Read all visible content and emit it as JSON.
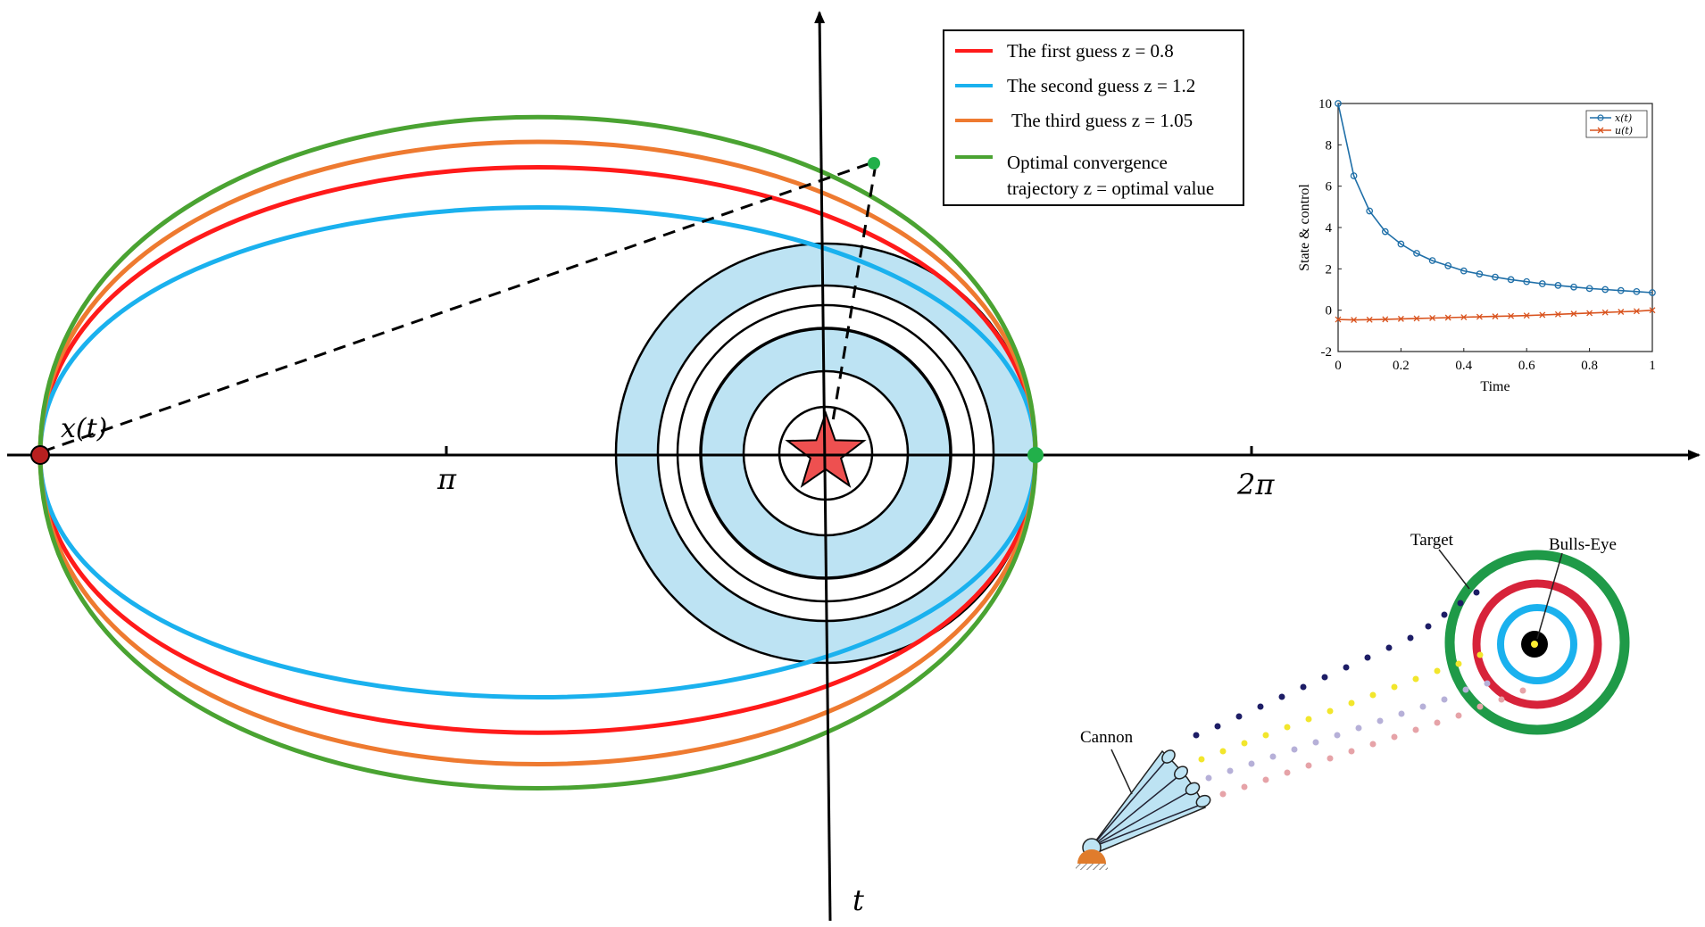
{
  "main_axes": {
    "x_tick_pi": "π",
    "x_tick_2pi": "2π",
    "t_axis_label": "t",
    "state_label": "x(t)"
  },
  "legend": {
    "items": [
      {
        "label": "The first guess z = 0.8",
        "color": "#ff1a1a"
      },
      {
        "label": "The second guess z = 1.2",
        "color": "#1ab1ee"
      },
      {
        "label": "The third guess z = 1.05",
        "color": "#ee7a30"
      },
      {
        "label_line1": "Optimal convergence",
        "label_line2": "trajectory z = optimal value",
        "color": "#4aa332"
      }
    ]
  },
  "colors": {
    "ring_fill": "#bde3f3",
    "star_fill": "#ee5050",
    "start_point": "#b82020",
    "end_point": "#22b04a"
  },
  "chart_data": {
    "type": "line",
    "x": [
      0,
      0.05,
      0.1,
      0.15,
      0.2,
      0.25,
      0.3,
      0.35,
      0.4,
      0.45,
      0.5,
      0.55,
      0.6,
      0.65,
      0.7,
      0.75,
      0.8,
      0.85,
      0.9,
      0.95,
      1.0
    ],
    "series": [
      {
        "name": "x(t)",
        "color": "#1f6fa8",
        "marker": "circle",
        "values": [
          10,
          6.5,
          4.8,
          3.8,
          3.2,
          2.75,
          2.4,
          2.15,
          1.9,
          1.75,
          1.6,
          1.48,
          1.38,
          1.28,
          1.2,
          1.12,
          1.05,
          1.0,
          0.95,
          0.9,
          0.85
        ]
      },
      {
        "name": "u(t)",
        "color": "#d9531e",
        "marker": "cross",
        "values": [
          -0.45,
          -0.47,
          -0.46,
          -0.44,
          -0.42,
          -0.4,
          -0.38,
          -0.36,
          -0.34,
          -0.32,
          -0.3,
          -0.28,
          -0.26,
          -0.23,
          -0.2,
          -0.17,
          -0.14,
          -0.11,
          -0.08,
          -0.05,
          0.0
        ]
      }
    ],
    "xlabel": "Time",
    "ylabel": "State & control",
    "xlim": [
      0,
      1
    ],
    "ylim": [
      -2,
      10
    ],
    "xticks": [
      "0",
      "0.2",
      "0.4",
      "0.6",
      "0.8",
      "1"
    ],
    "yticks": [
      "-2",
      "0",
      "2",
      "4",
      "6",
      "8",
      "10"
    ],
    "legend_position": "top-right",
    "grid": false
  },
  "cannon_scene": {
    "target_label": "Target",
    "bullseye_label": "Bulls-Eye",
    "cannon_label": "Cannon"
  }
}
